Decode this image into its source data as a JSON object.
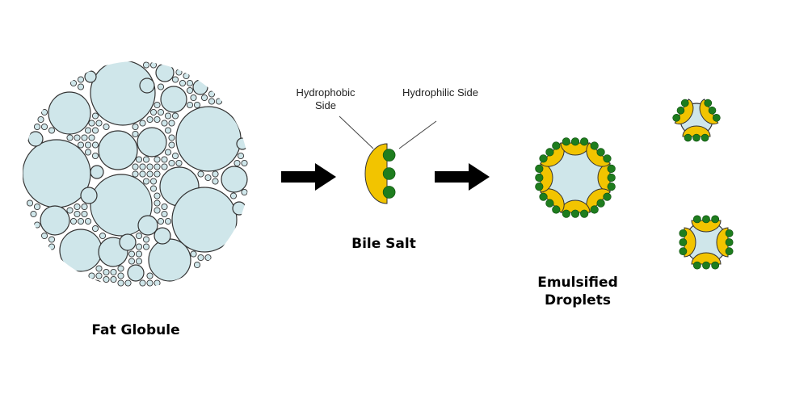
{
  "colors": {
    "fat": "#cfe6ea",
    "outline": "#333333",
    "salt": "#f2c400",
    "hydrophilic": "#1e7d1e",
    "arrow": "#000000"
  },
  "labels": {
    "fat_globule": "Fat Globule",
    "bile_salt": "Bile Salt",
    "emulsified_line1": "Emulsified",
    "emulsified_line2": "Droplets",
    "hydrophobic_line1": "Hydrophobic",
    "hydrophobic_line2": "Side",
    "hydrophilic": "Hydrophilic Side"
  }
}
